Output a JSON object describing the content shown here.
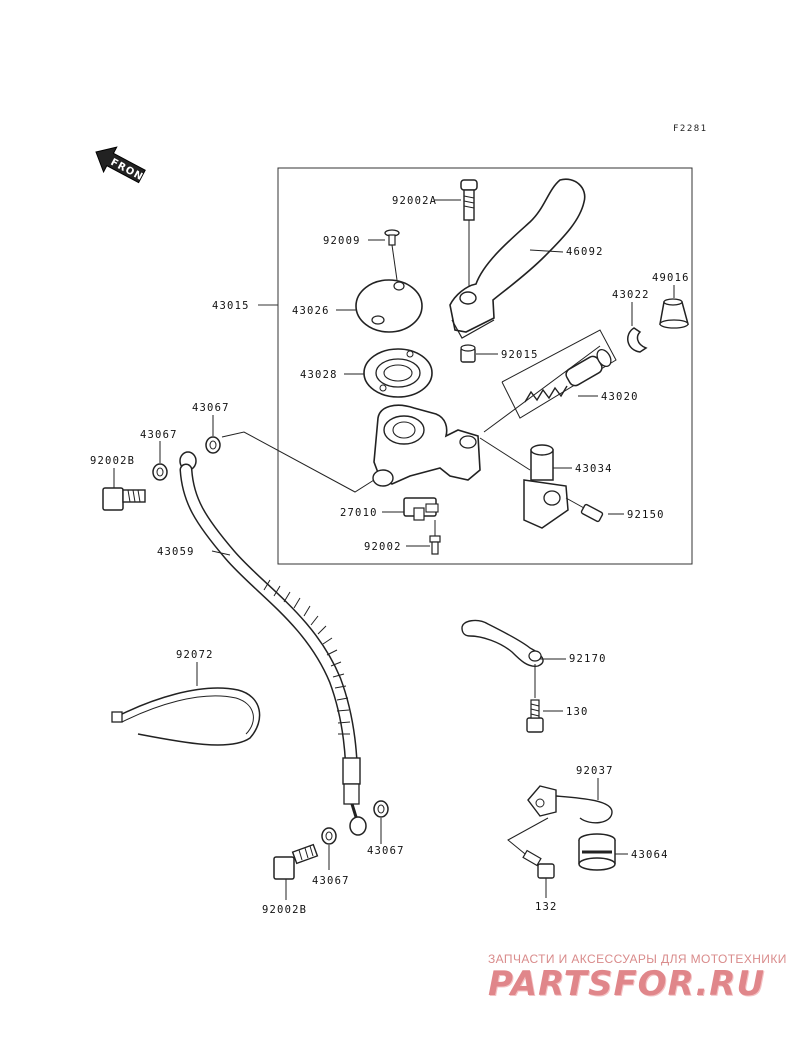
{
  "diagram": {
    "figure_code": "F2281",
    "direction_arrow": "FRONT",
    "labels": {
      "p92002A": "92002A",
      "p82009": "92009",
      "p46092": "46092",
      "p49016": "49016",
      "p43022": "43022",
      "p43015": "43015",
      "p43026": "43026",
      "p92015": "92015",
      "p43028": "43028",
      "p43020": "43020",
      "p43067a": "43067",
      "p43067b": "43067",
      "p92002B_top": "92002B",
      "p43034": "43034",
      "p27010": "27010",
      "p92150": "92150",
      "p92002": "92002",
      "p43059": "43059",
      "p92170": "92170",
      "p92072": "92072",
      "p130": "130",
      "p92037": "92037",
      "p43064": "43064",
      "p43067c": "43067",
      "p43067d": "43067",
      "p132": "132",
      "p92002B_bot": "92002B"
    }
  },
  "watermark": {
    "tagline": "ЗАПЧАСТИ И АКСЕССУАРЫ ДЛЯ МОТОТЕХНИКИ",
    "brand": "PARTSFOR.RU"
  }
}
